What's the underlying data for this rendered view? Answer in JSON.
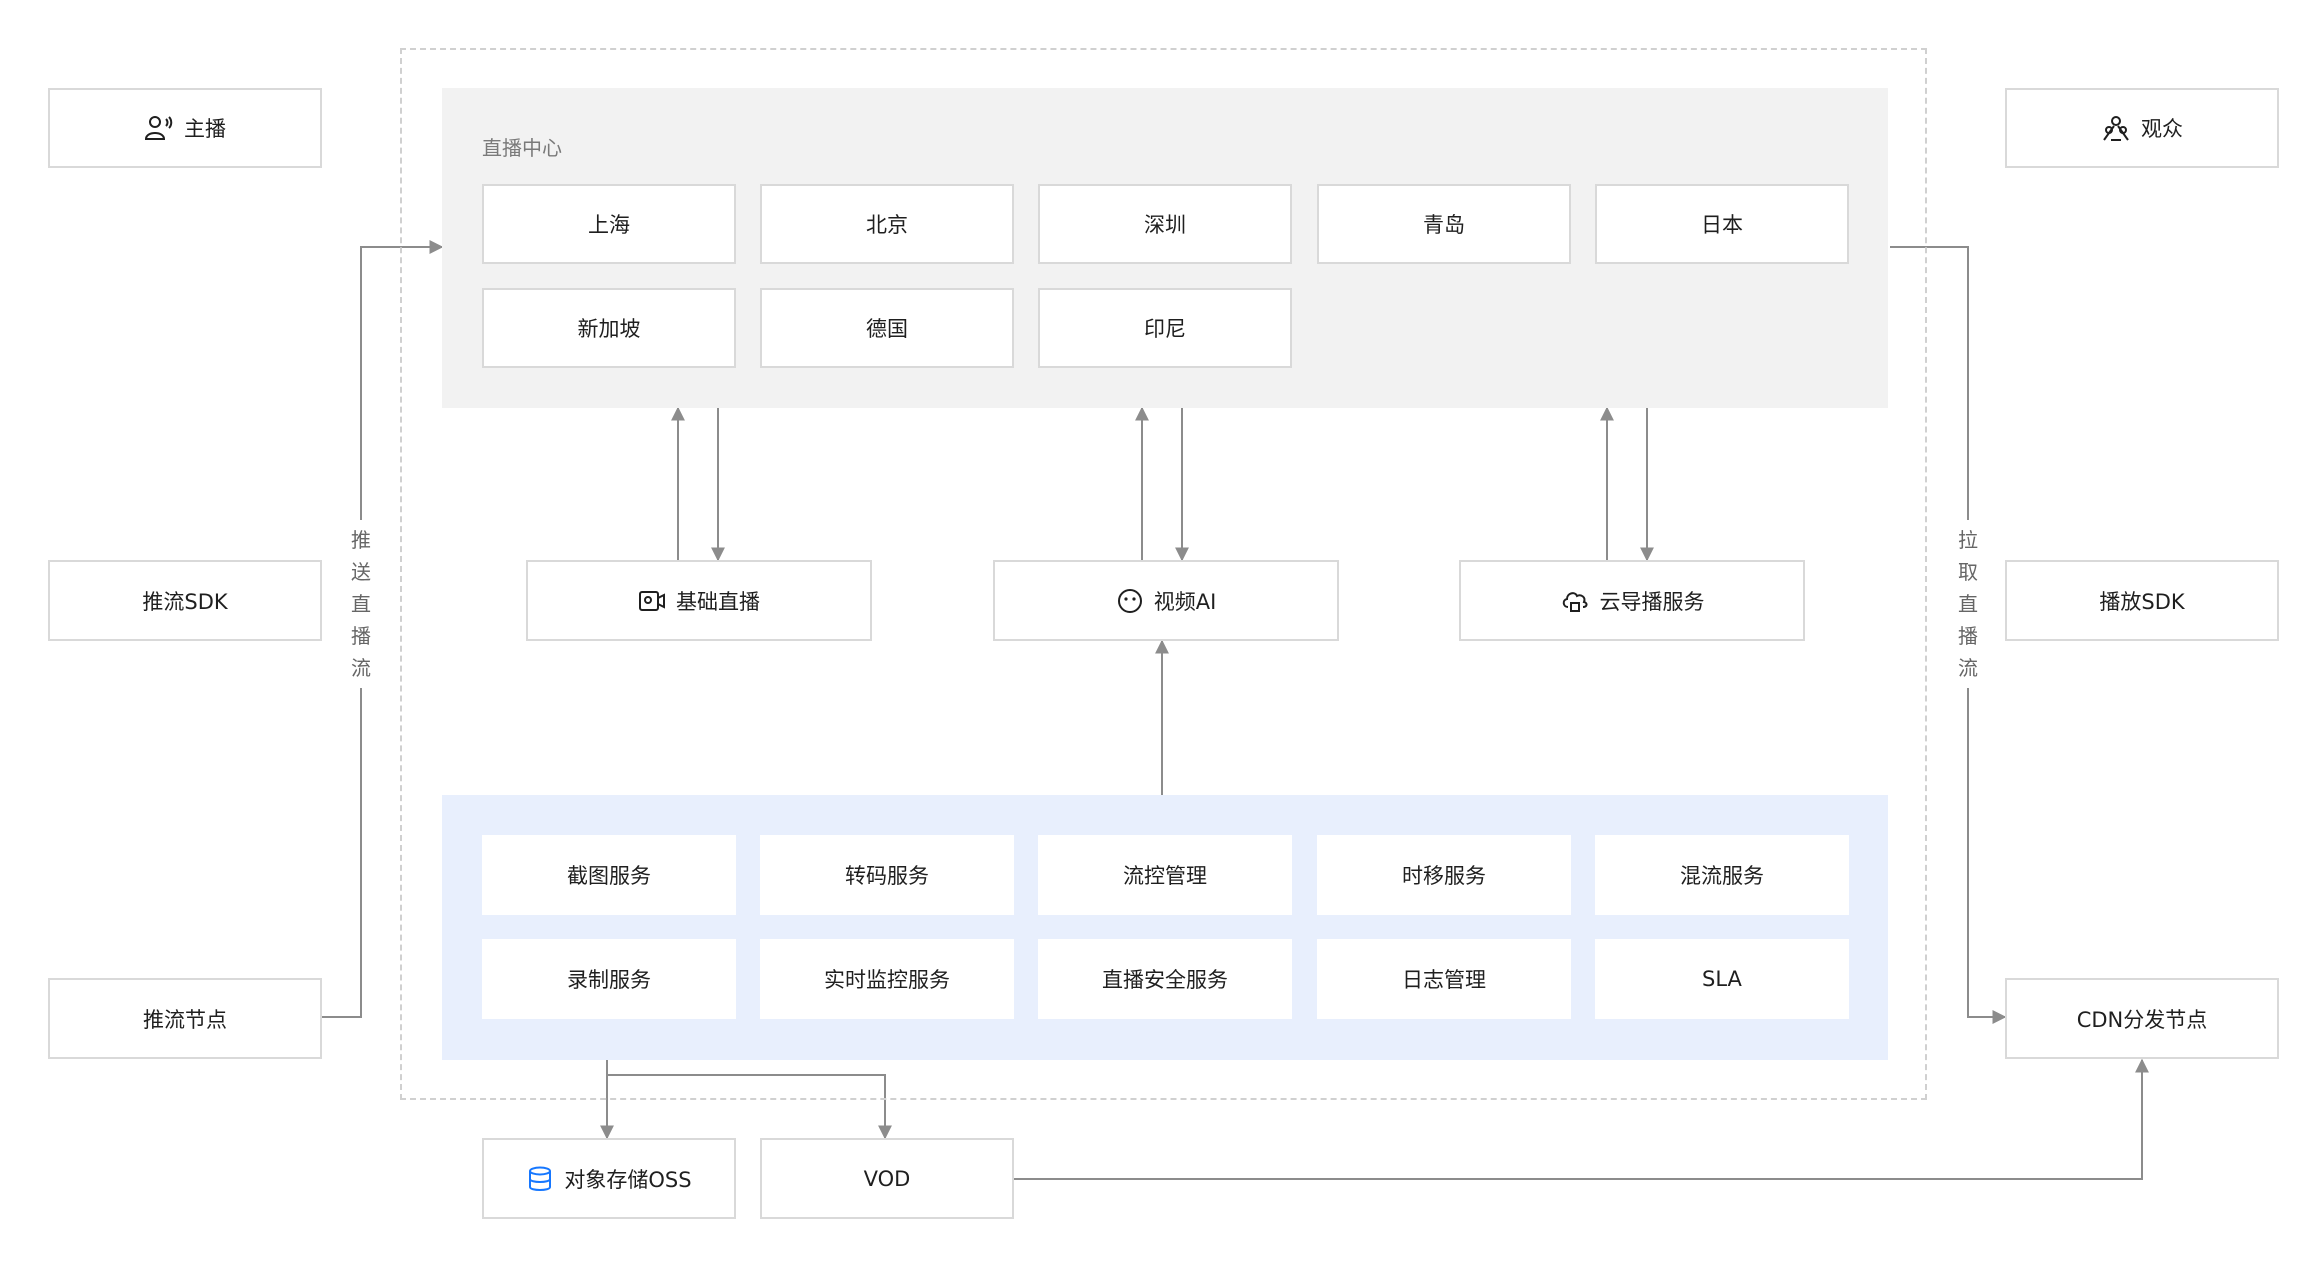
{
  "left": {
    "anchor": "主播",
    "sdk": "推流SDK",
    "node": "推流节点",
    "push_label": [
      "推",
      "送",
      "直",
      "播",
      "流"
    ]
  },
  "right": {
    "audience": "观众",
    "sdk": "播放SDK",
    "cdn": "CDN分发节点",
    "pull_label": [
      "拉",
      "取",
      "直",
      "播",
      "流"
    ]
  },
  "center": {
    "title": "直播中心",
    "regions": [
      "上海",
      "北京",
      "深圳",
      "青岛",
      "日本",
      "新加坡",
      "德国",
      "印尼"
    ]
  },
  "middle": {
    "basic_live": "基础直播",
    "video_ai": "视频AI",
    "cloud_director": "云导播服务"
  },
  "services": [
    "截图服务",
    "转码服务",
    "流控管理",
    "时移服务",
    "混流服务",
    "录制服务",
    "实时监控服务",
    "直播安全服务",
    "日志管理",
    "SLA"
  ],
  "storage": {
    "oss": "对象存储OSS",
    "vod": "VOD"
  },
  "icons": {
    "anchor": "user-broadcast-icon",
    "audience": "audience-icon",
    "basic_live": "camera-icon",
    "video_ai": "face-icon",
    "cloud_director": "cloud-icon",
    "oss": "storage-icon"
  },
  "colors": {
    "border": "#d9d9d9",
    "gray_region": "#f2f2f2",
    "blue_region": "#e8effd",
    "line": "#8c8c8c",
    "accent": "#1677ff"
  }
}
